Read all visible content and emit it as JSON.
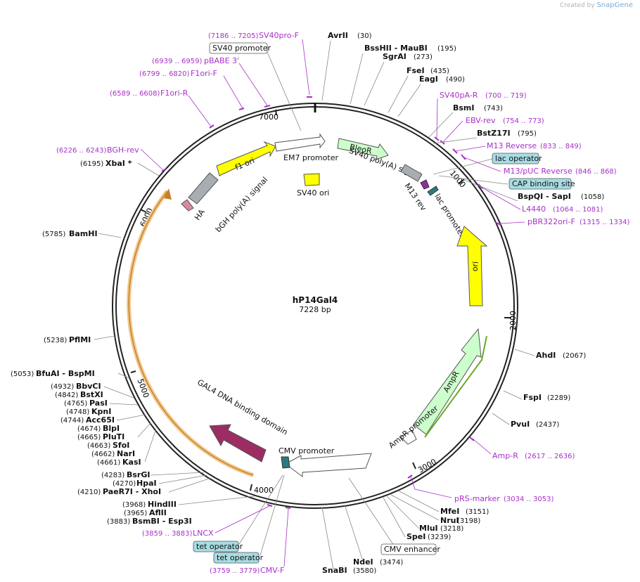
{
  "credit": {
    "prefix": "Created by",
    "brand": "SnapGene"
  },
  "plasmid": {
    "name": "hP14Gal4",
    "length": "7228 bp",
    "total_bp": 7228
  },
  "ticks": [
    "1000",
    "2000",
    "3000",
    "4000",
    "5000",
    "6000",
    "7000"
  ],
  "colors": {
    "primer": "#a730c8",
    "backbone": "#222222",
    "ori": "#ffff00",
    "marker": "#ccffcc",
    "gal4": "#9b2d63",
    "promoter": "#ffffff",
    "box": "#a8dce4"
  },
  "enzymes": [
    {
      "name": "AvrII",
      "pos": "(30)"
    },
    {
      "name": "BssHII  - MauBI",
      "pos": "(195)"
    },
    {
      "name": "SgrAI",
      "pos": "(273)"
    },
    {
      "name": "FseI",
      "pos": "(435)"
    },
    {
      "name": "EagI",
      "pos": "(490)"
    },
    {
      "name": "BsmI",
      "pos": "(743)"
    },
    {
      "name": "BstZ17I",
      "pos": "(795)"
    },
    {
      "name": "BspQI  - SapI",
      "pos": "(1058)"
    },
    {
      "name": "AhdI",
      "pos": "(2067)"
    },
    {
      "name": "FspI",
      "pos": "(2289)"
    },
    {
      "name": "PvuI",
      "pos": "(2437)"
    },
    {
      "name": "MfeI",
      "pos": "(3151)"
    },
    {
      "name": "NruI",
      "pos": "(3198)"
    },
    {
      "name": "MluI",
      "pos": "(3218)"
    },
    {
      "name": "SpeI",
      "pos": "(3239)"
    },
    {
      "name": "NdeI",
      "pos": "(3474)"
    },
    {
      "name": "SnaBI",
      "pos": "(3580)"
    },
    {
      "name": "BsmBI  - Esp3I",
      "pos": "(3883)"
    },
    {
      "name": "AflII",
      "pos": "(3965)"
    },
    {
      "name": "HindIII",
      "pos": "(3968)"
    },
    {
      "name": "PaeR7I  - XhoI",
      "pos": "(4210)"
    },
    {
      "name": "HpaI",
      "pos": "(4270)"
    },
    {
      "name": "BsrGI",
      "pos": "(4283)"
    },
    {
      "name": "KasI",
      "pos": "(4661)"
    },
    {
      "name": "NarI",
      "pos": "(4662)"
    },
    {
      "name": "SfoI",
      "pos": "(4663)"
    },
    {
      "name": "PluTI",
      "pos": "(4665)"
    },
    {
      "name": "BlpI",
      "pos": "(4674)"
    },
    {
      "name": "Acc65I",
      "pos": "(4744)"
    },
    {
      "name": "KpnI",
      "pos": "(4748)"
    },
    {
      "name": "PasI",
      "pos": "(4765)"
    },
    {
      "name": "BstXI",
      "pos": "(4842)"
    },
    {
      "name": "BbvCI",
      "pos": "(4932)"
    },
    {
      "name": "BfuAI  - BspMI",
      "pos": "(5053)"
    },
    {
      "name": "PflMI",
      "pos": "(5238)"
    },
    {
      "name": "BamHI",
      "pos": "(5785)"
    },
    {
      "name": "XbaI *",
      "pos": "(6195)"
    }
  ],
  "primers": [
    {
      "name": "SV40pro-F",
      "pos": "(7186 .. 7205)"
    },
    {
      "name": "pBABE 3'",
      "pos": "(6939 .. 6959)"
    },
    {
      "name": "F1ori-F",
      "pos": "(6799 .. 6820)"
    },
    {
      "name": "F1ori-R",
      "pos": "(6589 .. 6608)"
    },
    {
      "name": "BGH-rev",
      "pos": "(6226 .. 6243)"
    },
    {
      "name": "SV40pA-R",
      "pos": "(700 .. 719)"
    },
    {
      "name": "EBV-rev",
      "pos": "(754 .. 773)"
    },
    {
      "name": "M13 Reverse",
      "pos": "(833 .. 849)"
    },
    {
      "name": "M13/pUC Reverse",
      "pos": "(846 .. 868)"
    },
    {
      "name": "L4440",
      "pos": "(1064 .. 1081)"
    },
    {
      "name": "pBR322ori-F",
      "pos": "(1315 .. 1334)"
    },
    {
      "name": "Amp-R",
      "pos": "(2617 .. 2636)"
    },
    {
      "name": "pRS-marker",
      "pos": "(3034 .. 3053)"
    },
    {
      "name": "LNCX",
      "pos": "(3859 .. 3883)"
    },
    {
      "name": "CMV-F",
      "pos": "(3759 .. 3779)"
    }
  ],
  "boxed": [
    "SV40 promoter",
    "lac operator",
    "CAP binding site",
    "CMV enhancer",
    "tet operator",
    "tet operator"
  ],
  "features": [
    "EM7 promoter",
    "BleoR",
    "SV40 poly(A) signal",
    "M13 rev",
    "lac promoter",
    "f1 ori",
    "SV40 ori",
    "HA",
    "bGH poly(A) signal",
    "ori",
    "AmpR",
    "AmpR promoter",
    "CMV promoter",
    "GAL4 DNA binding domain"
  ]
}
